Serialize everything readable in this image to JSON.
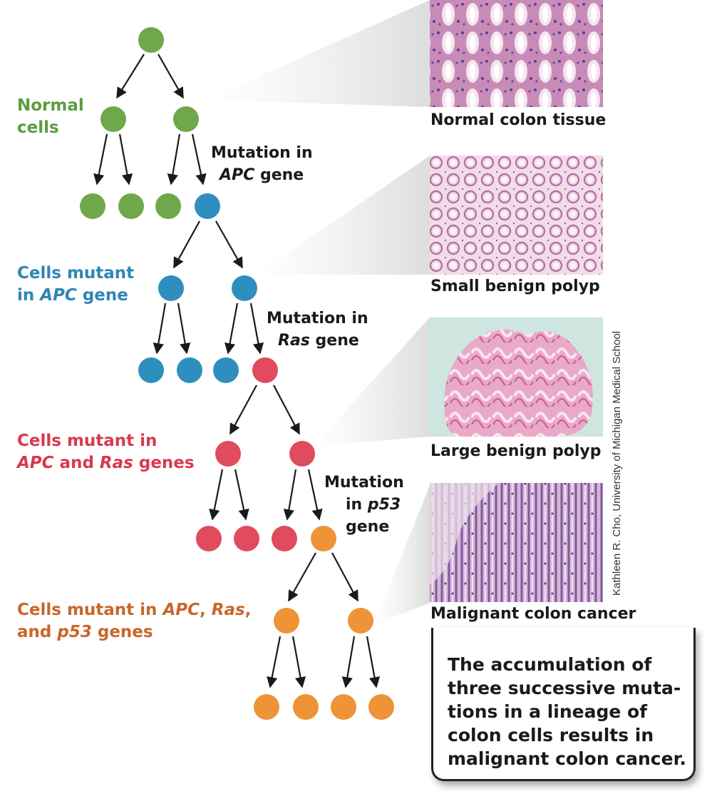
{
  "labels": {
    "normal_1": "Normal",
    "normal_2": "cells",
    "apc_1": "Cells mutant",
    "apc_2a": "in ",
    "apc_2b": "APC",
    "apc_2c": " gene",
    "ras_1": "Cells mutant in",
    "ras_2a": "APC",
    "ras_2b": " and ",
    "ras_2c": "Ras",
    "ras_2d": " genes",
    "p53_1a": "Cells mutant in ",
    "p53_1b": "APC",
    "p53_1c": ", ",
    "p53_1d": "Ras",
    "p53_1e": ",",
    "p53_2a": "and ",
    "p53_2b": "p53",
    "p53_2c": " genes"
  },
  "mutations": {
    "apc_1": "Mutation in",
    "apc_2a": "APC",
    "apc_2b": " gene",
    "ras_1": "Mutation in",
    "ras_2a": "Ras",
    "ras_2b": " gene",
    "p53_1": "Mutation",
    "p53_2a": "in ",
    "p53_2b": "p53",
    "p53_3": "gene"
  },
  "captions": {
    "normal": "Normal colon tissue",
    "small": "Small benign polyp",
    "large": "Large benign polyp",
    "malignant": "Malignant colon cancer"
  },
  "credit": "Kathleen R. Cho, University of Michigan Medical School",
  "summary_lines": [
    "The accumulation of",
    "three successive muta-",
    "tions in a lineage of",
    "colon cells results in",
    "malignant colon cancer."
  ],
  "colors": {
    "normal": "#6fa84a",
    "apc": "#2e8fbf",
    "ras": "#e04b5e",
    "p53": "#ee9336",
    "arrow": "#1a1a1a"
  }
}
